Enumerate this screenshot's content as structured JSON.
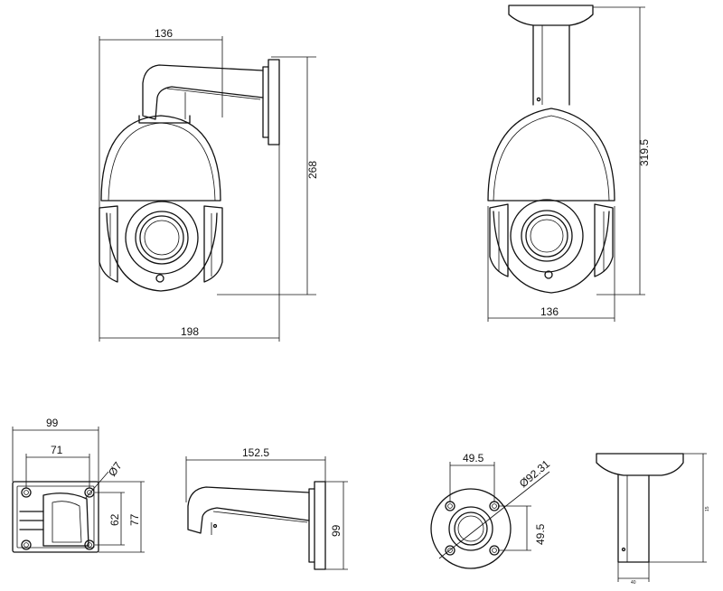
{
  "side_view": {
    "dim_top": "136",
    "dim_bottom": "198",
    "dim_height": "268"
  },
  "pendant_view": {
    "dim_height": "319.5",
    "dim_width": "136"
  },
  "wall_plate": {
    "dim_width": "99",
    "dim_holes": "71",
    "dim_hole_dia": "Ø7",
    "dim_holes_v": "62",
    "dim_height": "77"
  },
  "wall_arm": {
    "dim_length": "152.5",
    "dim_height": "99"
  },
  "pendant_flange": {
    "dim_holes": "49.5",
    "dim_dia": "Ø92.31",
    "dim_holes_v": "49.5"
  },
  "pendant_mount": {
    "dim_height": "15",
    "dim_width": "40"
  }
}
